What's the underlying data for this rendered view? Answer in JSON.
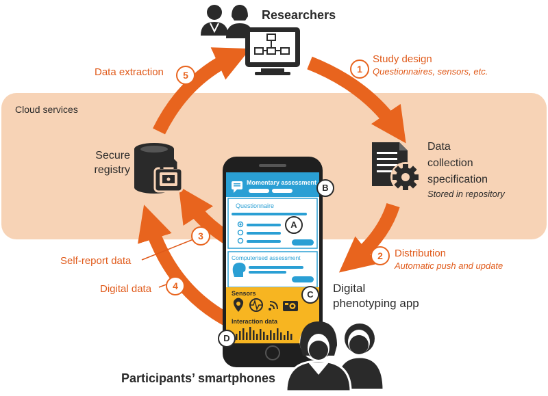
{
  "colors": {
    "accent": "#e8641e",
    "cloud_bg": "#f7d3b6",
    "app_blue": "#2a9fd4",
    "app_yellow": "#f7b521",
    "dark": "#2a2a2a"
  },
  "labels": {
    "researchers": "Researchers",
    "cloud_services": "Cloud services",
    "secure_registry_line1": "Secure",
    "secure_registry_line2": "registry",
    "data_collection_line1": "Data",
    "data_collection_line2": "collection",
    "data_collection_line3": "specification",
    "stored_in_repository": "Stored in repository",
    "study_design": "Study design",
    "study_design_sub": "Questionnaires, sensors, etc.",
    "distribution": "Distribution",
    "distribution_sub": "Automatic push and update",
    "data_extraction": "Data extraction",
    "self_report_data": "Self-report data",
    "digital_data": "Digital data",
    "app_line1": "Digital",
    "app_line2": "phenotyping app",
    "participants": "Participants’ smartphones"
  },
  "steps": [
    "1",
    "2",
    "3",
    "4",
    "5"
  ],
  "phone": {
    "momentary_assessment": "Momentary assessment",
    "questionnaire": "Questionnaire",
    "computerised_assessment": "Computerised assessment",
    "sensors": "Sensors",
    "interaction_data": "Interaction data"
  },
  "markers": [
    "A",
    "B",
    "C",
    "D"
  ],
  "icons": [
    "researchers-icon",
    "flowchart-monitor-icon",
    "database-lock-icon",
    "document-gear-icon",
    "participants-icon",
    "location-icon",
    "activity-icon",
    "wireless-icon",
    "camera-icon",
    "chat-icon"
  ]
}
